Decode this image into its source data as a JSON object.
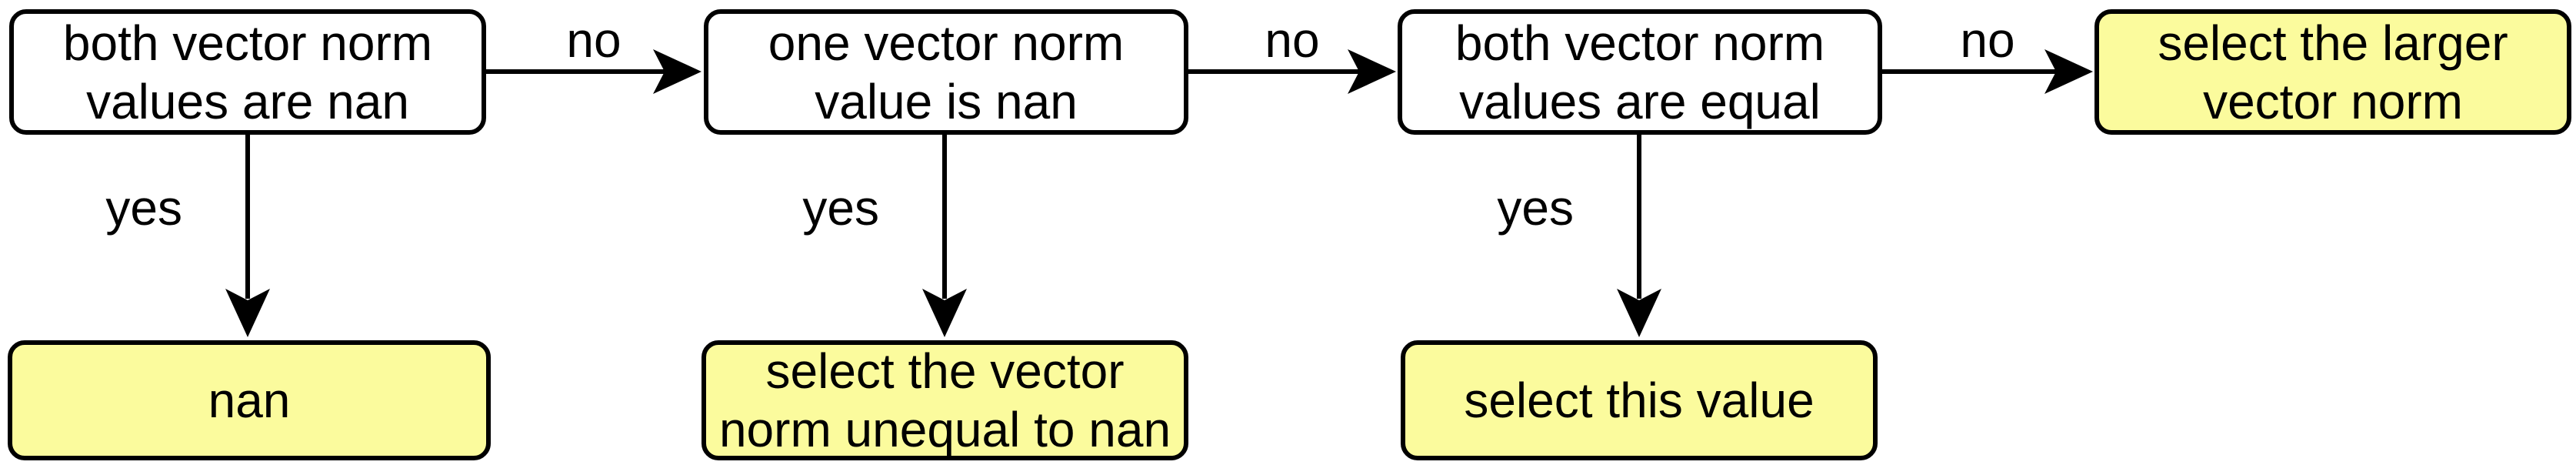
{
  "diagram": {
    "type": "flowchart",
    "colors": {
      "background": "#ffffff",
      "border": "#000000",
      "decision-fill": "#ffffff",
      "result-fill": "#fbfb9d",
      "edge": "#000000",
      "text": "#000000"
    },
    "nodes": {
      "decision_both_nan": {
        "label": "both vector norm\nvalues are nan",
        "type": "decision"
      },
      "decision_one_nan": {
        "label": "one vector norm\nvalue is nan",
        "type": "decision"
      },
      "decision_equal": {
        "label": "both vector norm\nvalues are equal",
        "type": "decision"
      },
      "result_larger": {
        "label": "select the larger\nvector norm",
        "type": "result"
      },
      "result_nan": {
        "label": "nan",
        "type": "result"
      },
      "result_unequal_nan": {
        "label": "select the vector\nnorm unequal to nan",
        "type": "result"
      },
      "result_this_value": {
        "label": "select this value",
        "type": "result"
      }
    },
    "edges": {
      "no_1": {
        "label": "no",
        "from": "decision_both_nan",
        "to": "decision_one_nan"
      },
      "no_2": {
        "label": "no",
        "from": "decision_one_nan",
        "to": "decision_equal"
      },
      "no_3": {
        "label": "no",
        "from": "decision_equal",
        "to": "result_larger"
      },
      "yes_1": {
        "label": "yes",
        "from": "decision_both_nan",
        "to": "result_nan"
      },
      "yes_2": {
        "label": "yes",
        "from": "decision_one_nan",
        "to": "result_unequal_nan"
      },
      "yes_3": {
        "label": "yes",
        "from": "decision_equal",
        "to": "result_this_value"
      }
    }
  }
}
